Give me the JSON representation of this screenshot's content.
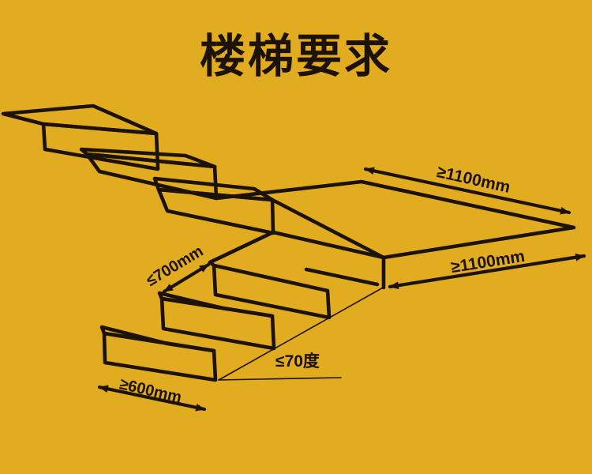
{
  "title": "楼梯要求",
  "colors": {
    "background": "#E2AC20",
    "ink": "#1C1206"
  },
  "diagram": {
    "name": "staircase-requirements-sketch",
    "labels": {
      "platform_depth": "≥1100mm",
      "platform_width": "≥1100mm",
      "step_run": "≤700mm",
      "max_angle": "≤70度",
      "stair_width": "≥600mm"
    }
  }
}
